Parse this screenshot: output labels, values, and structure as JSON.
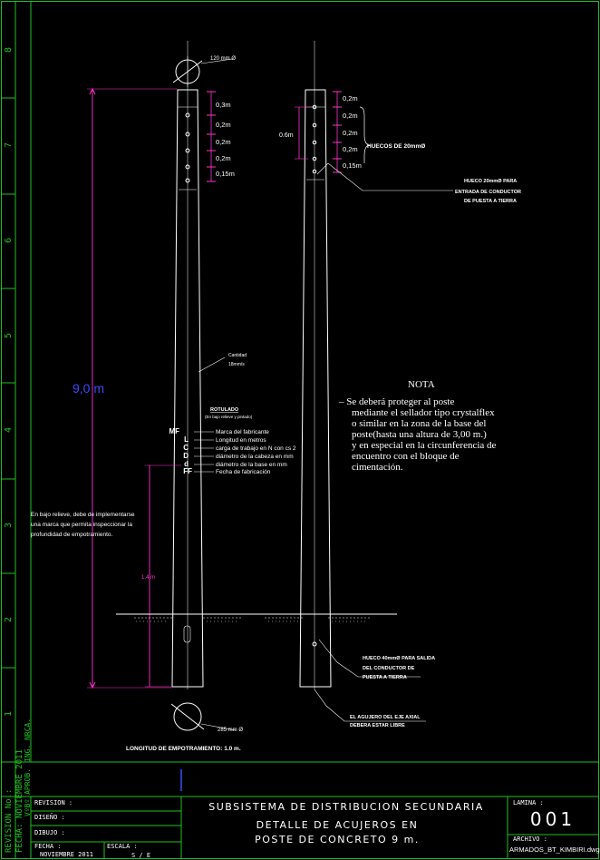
{
  "frame": {
    "row_numbers": [
      "8",
      "7",
      "6",
      "5",
      "4",
      "3",
      "2",
      "1"
    ],
    "revision_strip": {
      "revision_no": "REVISION No.:",
      "fecha": "FECHA:",
      "fecha_value": "NOVIEMBRE 2011",
      "aprob": "VºBº APROB.",
      "aprob_value": "ING. NRCA."
    }
  },
  "left_pole": {
    "top_diameter": "120 mm Ø",
    "bottom_diameter": "285 mm Ø",
    "hole_spacings": [
      "0,3m",
      "0,2m",
      "0,2m",
      "0,2m",
      "0,15m"
    ],
    "height_label": "9,0 m",
    "embed_label": "1,4 m",
    "thickness_label": [
      "Cantidad",
      "18mm/s"
    ],
    "rotulado_title": "ROTULADO",
    "rotulado_subtitle": "(En bajo relieve y pintado)",
    "rotulado_codes": [
      "MF",
      "L",
      "C",
      "D",
      "d",
      "FF"
    ],
    "rotulado_items": [
      "Marca del fabricante",
      "Longitud en metros",
      "carga de trabajo en N con cs 2",
      "diámetro de la cabeza en mm",
      "diámetro de la base en mm",
      "Fecha de fabricación"
    ],
    "relief_note": [
      "En bajo relieve, debe de implementarse",
      "una marca que permita inspeccionar la",
      "profundidad de empotramiento."
    ],
    "embed_length": "LONGITUD DE EMPOTRAMIENTO: 1.0 m."
  },
  "right_pole": {
    "hole_spacings": [
      "0,2m",
      "0,2m",
      "0,2m",
      "0,2m",
      "0,15m"
    ],
    "group_span": "0.6m",
    "holes_label": "HUECOS DE 20mmØ",
    "ground_hole": [
      "HUECO 20mmØ PARA",
      "ENTRADA DE CONDUCTOR",
      "DE PUESTA A TIERRA"
    ],
    "exit_hole": [
      "HUECO 40mmØ PARA SALIDA",
      "DEL CONDUCTOR DE",
      "PUESTA A TIERRA"
    ],
    "axial_hole": [
      "EL AGUJERO DEL EJE AXIAL",
      "DEBERA ESTAR LIBRE"
    ]
  },
  "note": {
    "title": "NOTA",
    "lines": [
      "– Se deberá proteger al poste",
      "mediante el sellador tipo crystalflex",
      "o similar en la zona de la base del",
      "poste(hasta una altura de 3,00 m.)",
      "y en especial en la circunferencia de",
      "encuentro con el bloque de",
      "cimentación."
    ]
  },
  "title_block": {
    "revision": "REVISION :",
    "diseno": "DISEÑO :",
    "dibujo": "DIBUJO :",
    "fecha": "FECHA :",
    "fecha_value": "NOVIEMBRE 2011",
    "escala": "ESCALA :",
    "escala_value": "S / E",
    "system": "SUBSISTEMA DE DISTRIBUCION SECUNDARIA",
    "title_line1": "DETALLE DE ACUJEROS EN",
    "title_line2": "POSTE DE CONCRETO 9 m.",
    "lamina_label": "LAMINA :",
    "lamina_value": "001",
    "archivo_label": "ARCHIVO :",
    "archivo_value": "ARMADOS_BT_KIMBIRI.dwg"
  },
  "colors": {
    "frame": "#1fc01f",
    "dimension": "#ff33cc",
    "text": "#ffffff",
    "highlight": "#3a4cff",
    "background": "#000000"
  }
}
